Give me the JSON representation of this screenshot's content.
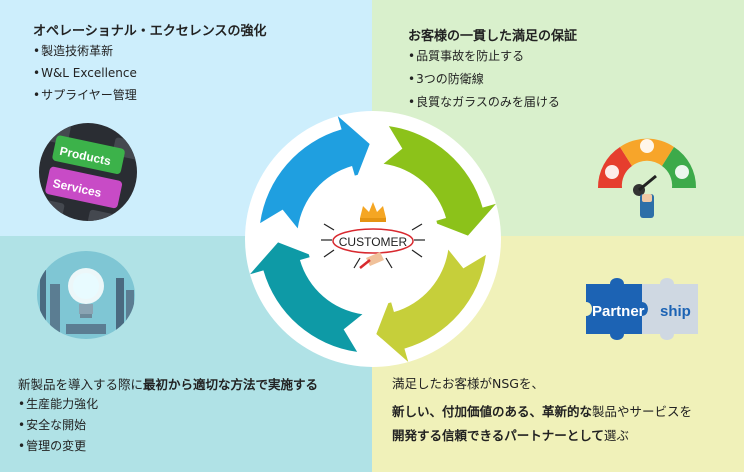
{
  "quadrants": {
    "top_left": {
      "bg": "#cdeefc",
      "title": "オペレーショナル・エクセレンスの強化",
      "bullets": [
        "製造技術革新",
        "W&L Excellence",
        "サプライヤー管理"
      ],
      "image": {
        "icon": "products-services-keyboard-icon",
        "labels": [
          "Products",
          "Services"
        ]
      }
    },
    "top_right": {
      "bg": "#d9f0cc",
      "title": "お客様の一貫した満足の保証",
      "bullets": [
        "品質事故を防止する",
        "3つの防衛線",
        "良質なガラスのみを届ける"
      ],
      "image": {
        "icon": "satisfaction-gauge-icon"
      }
    },
    "bottom_left": {
      "bg": "#b0e2e6",
      "line_normal": "新製品を導入する際に",
      "line_bold": "最初から適切な方法で実施する",
      "bullets": [
        "生産能力強化",
        "安全な開始",
        "管理の変更"
      ],
      "image": {
        "icon": "lightbulb-innovation-icon"
      }
    },
    "bottom_right": {
      "bg": "#f0f1b9",
      "line1": "満足したお客様がNSGを、",
      "line2_bold": "新しい、付加価値のある、革新的な",
      "line2_normal": "製品やサービスを",
      "line3_bold": "開発する信頼できるパートナーとして",
      "line3_normal": "選ぶ",
      "image": {
        "icon": "partnership-puzzle-icon",
        "labels": [
          "Partner",
          "ship"
        ]
      }
    }
  },
  "center": {
    "label": "CUSTOMER",
    "icons": [
      "crown-icon",
      "hand-pen-icon"
    ],
    "arrow_colors": [
      "#1f9fe0",
      "#8cc21a",
      "#c6cf3a",
      "#0e9aa6"
    ]
  }
}
